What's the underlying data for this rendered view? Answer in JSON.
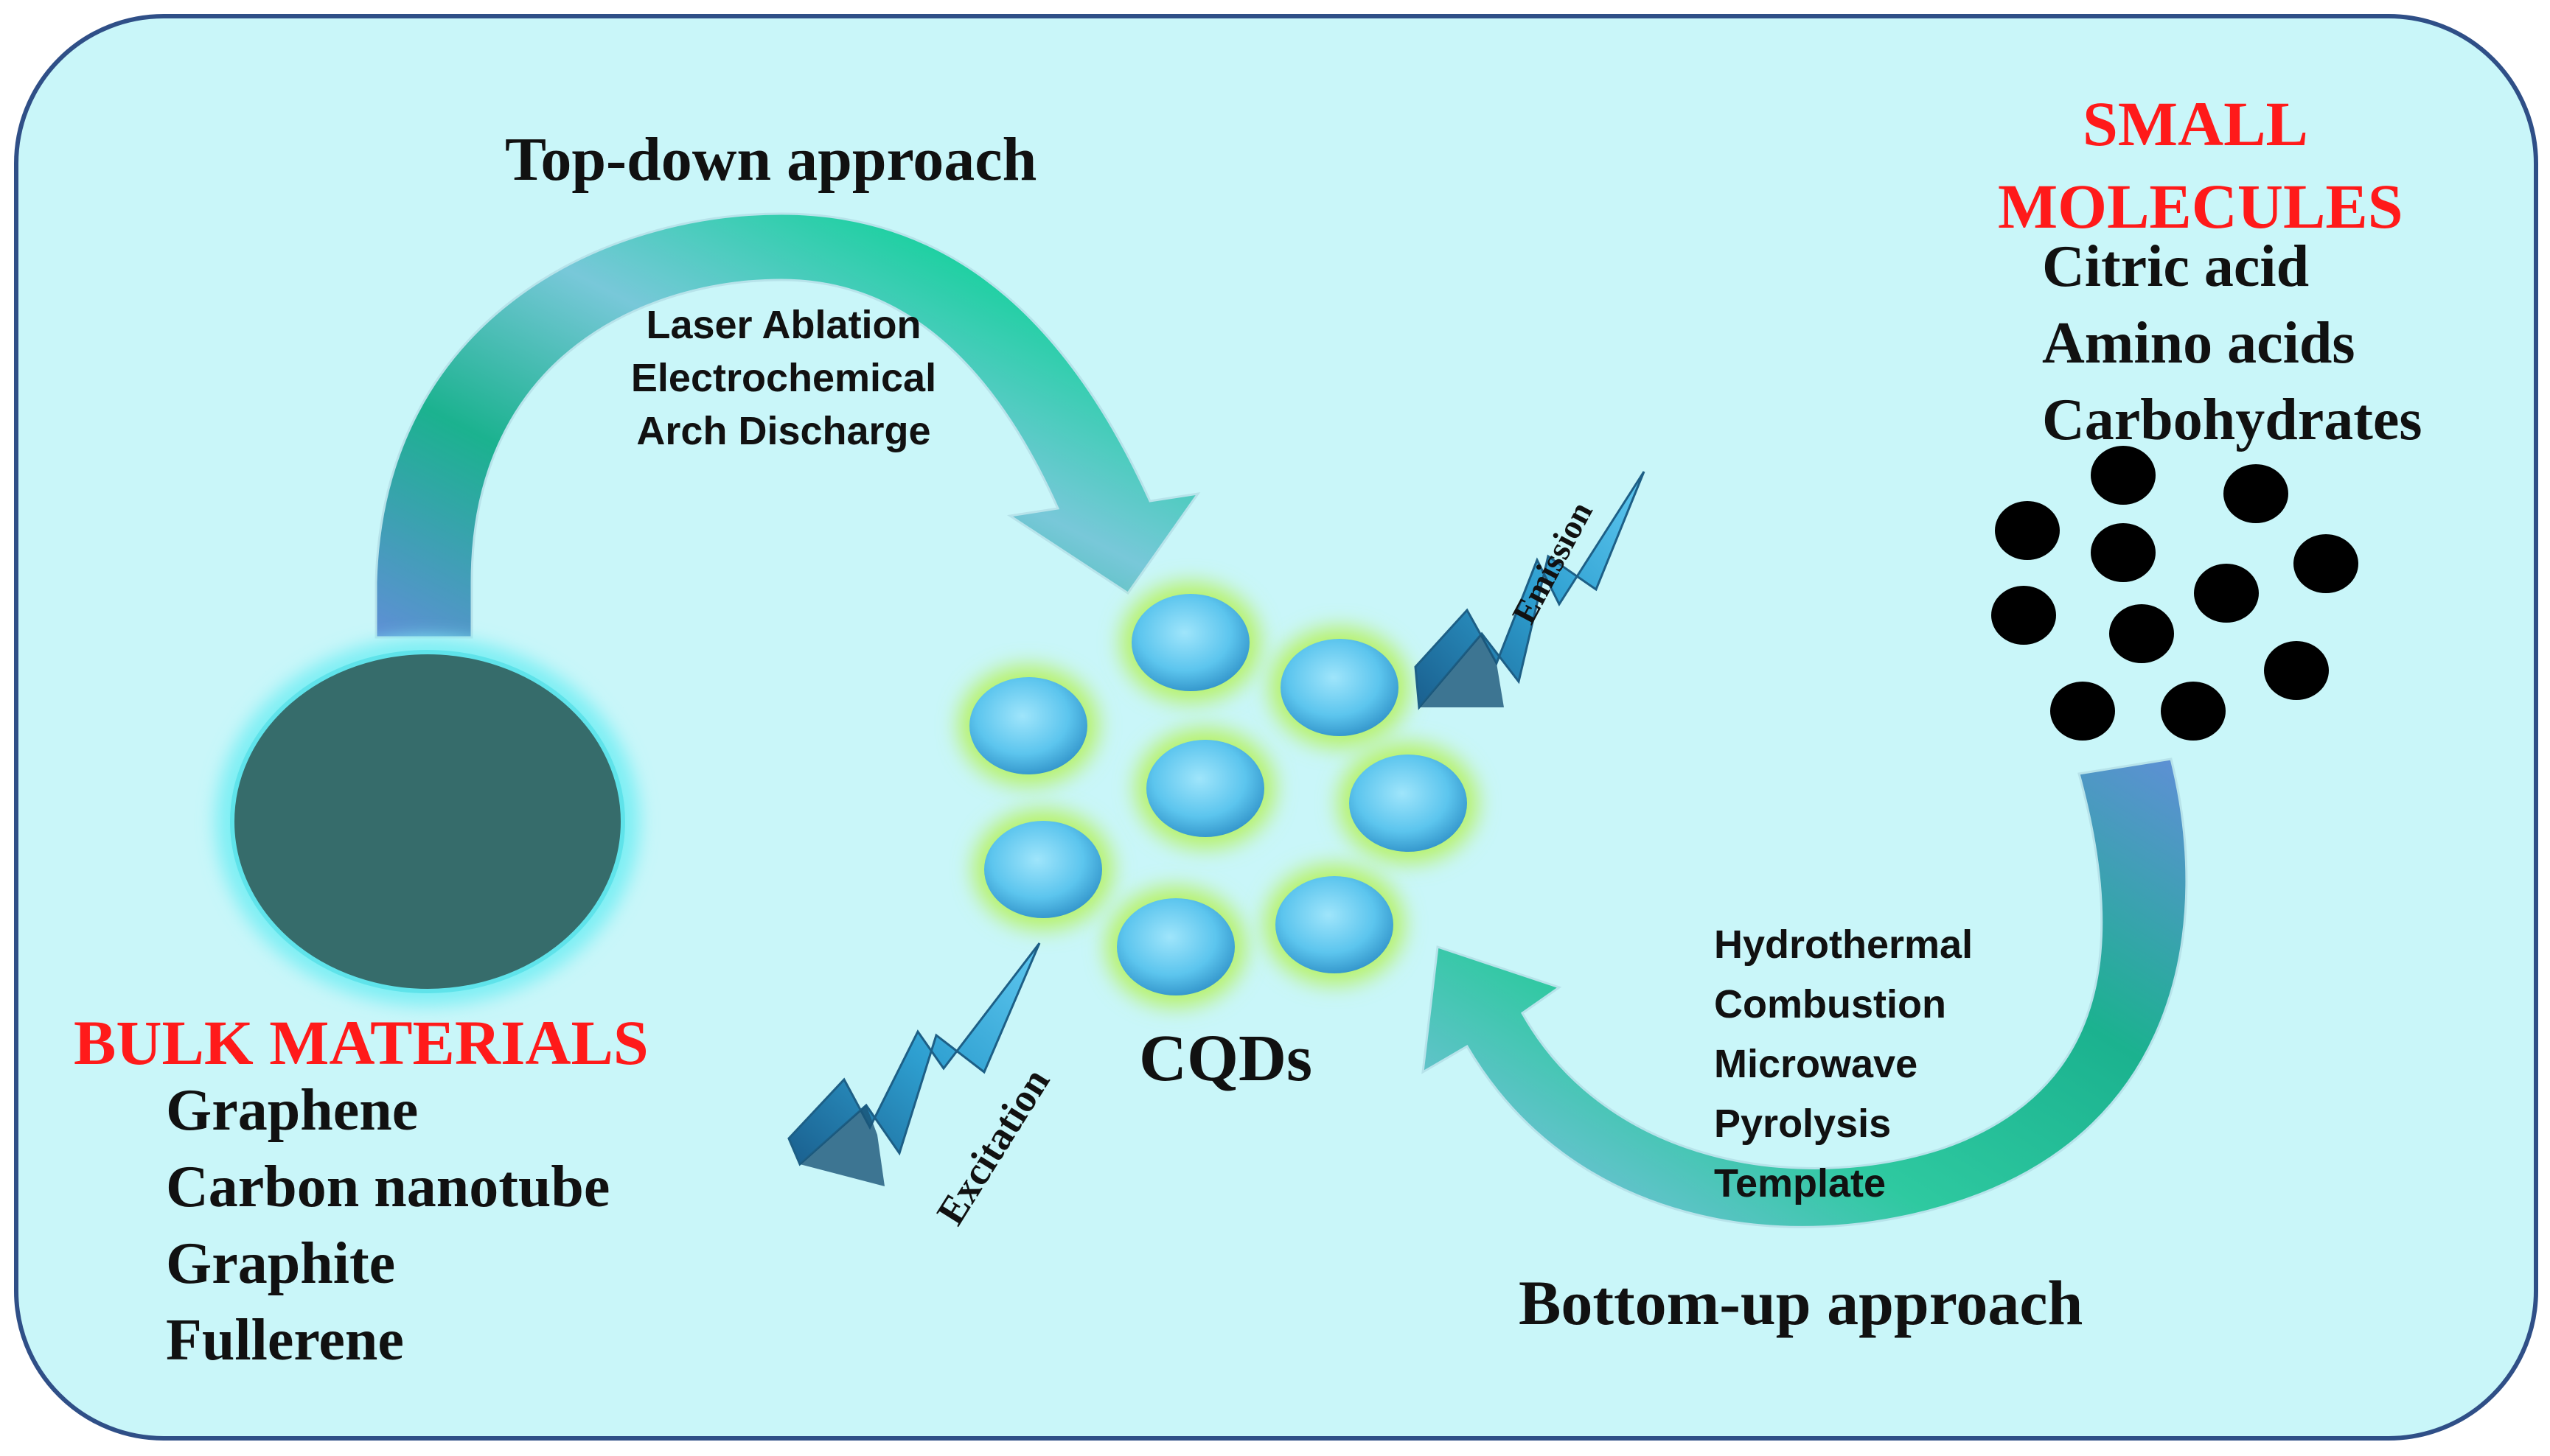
{
  "colors": {
    "panel_fill": "#c9f6f9",
    "panel_border": "#2f4f87",
    "bulk_disc": "#366c6b",
    "bulk_glow": "#7feff4",
    "cqd_dot": "#59c6ee",
    "cqd_glow": "#b8f26a",
    "molecule_dot": "#000000",
    "arrow_teal": "#19c6a0",
    "arrow_blue": "#6fa9e8",
    "lightning": "#2a8fc4",
    "heading_red": "#ff1a1a"
  },
  "top_down": {
    "title": "Top-down approach",
    "methods": [
      "Laser Ablation",
      "Electrochemical",
      "Arch Discharge"
    ]
  },
  "bottom_up": {
    "title": "Bottom-up approach",
    "methods": [
      "Hydrothermal",
      "Combustion",
      "Microwave",
      "Pyrolysis",
      "Template"
    ]
  },
  "small_molecules": {
    "heading_line1": "SMALL",
    "heading_line2": "MOLECULES",
    "items": [
      "Citric acid",
      "Amino acids",
      "Carbohydrates"
    ]
  },
  "bulk_materials": {
    "heading": "BULK MATERIALS",
    "items": [
      "Graphene",
      "Carbon nanotube",
      "Graphite",
      "Fullerene"
    ]
  },
  "center": {
    "label": "CQDs"
  },
  "emission_label": "Emission",
  "excitation_label": "Excitation"
}
